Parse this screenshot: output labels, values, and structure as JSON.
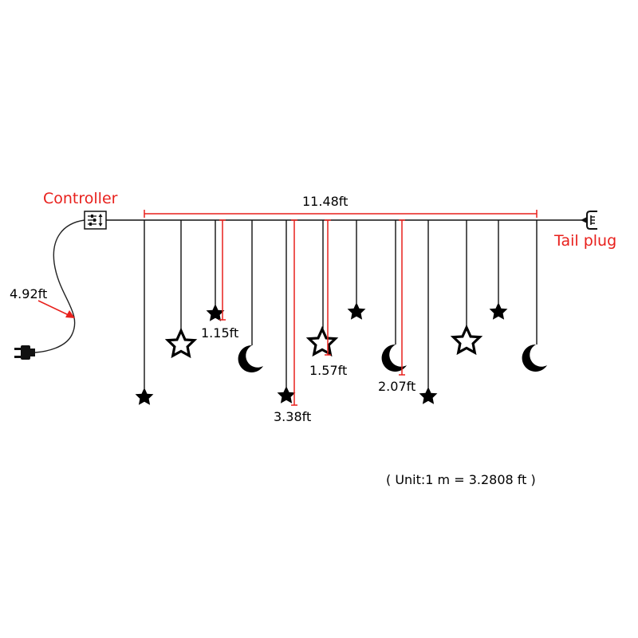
{
  "labels": {
    "controller": "Controller",
    "tail_plug": "Tail plug",
    "total_width": "11.48ft",
    "cord_length": "4.92ft",
    "drop_1": "1.15ft",
    "drop_2": "3.38ft",
    "drop_3": "1.57ft",
    "drop_4": "2.07ft",
    "unit_note": "( Unit:1 m = 3.2808 ft )"
  },
  "colors": {
    "annotation": "#e8201c",
    "line": "#000000",
    "text": "#000000"
  },
  "icons": {
    "controller": "controller-box-icon",
    "plug": "power-plug-icon",
    "tail": "tail-plug-icon",
    "star_filled": "filled-star-icon",
    "star_outline": "outline-star-icon",
    "moon": "crescent-moon-icon"
  }
}
